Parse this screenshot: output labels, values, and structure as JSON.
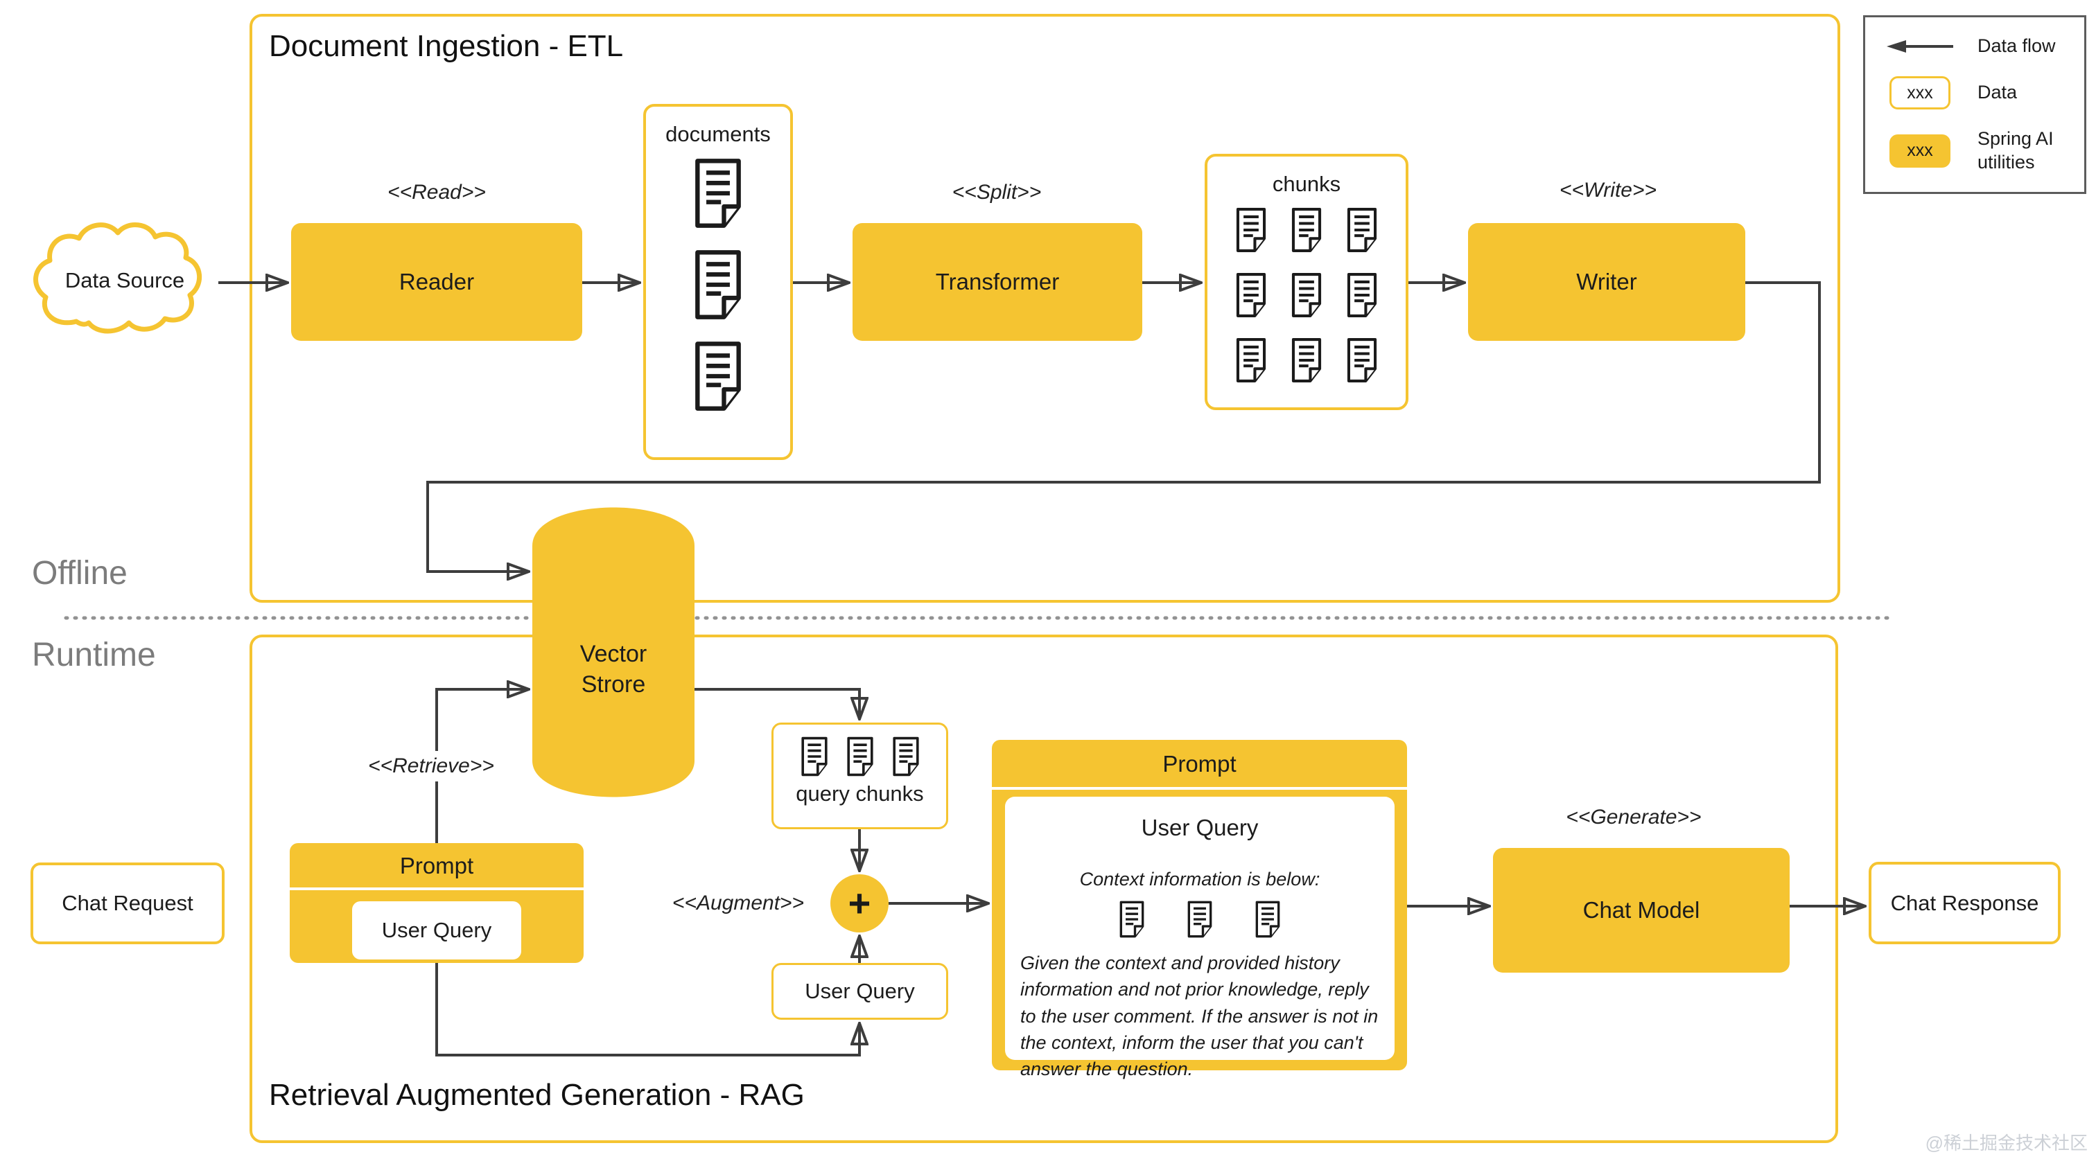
{
  "colors": {
    "brand_yellow": "#F5C431",
    "line_dark": "#3d3d3d",
    "text_dark": "#1c1c1c",
    "muted_gray": "#7c7c7c",
    "watermark_gray": "#ccd0d6"
  },
  "legend": {
    "data_flow_label": "Data flow",
    "data_sample": "xxx",
    "data_label": "Data",
    "spring_sample": "xxx",
    "spring_label": "Spring AI utilities"
  },
  "zones": {
    "offline_label": "Offline",
    "runtime_label": "Runtime"
  },
  "etl": {
    "title": "Document Ingestion - ETL",
    "data_source_label": "Data Source",
    "read_stereotype": "<<Read>>",
    "reader_label": "Reader",
    "documents_label": "documents",
    "documents_icon_count": 3,
    "split_stereotype": "<<Split>>",
    "transformer_label": "Transformer",
    "chunks_label": "chunks",
    "chunks_icon_count": 9,
    "write_stereotype": "<<Write>>",
    "writer_label": "Writer"
  },
  "vector_store": {
    "label_line1": "Vector",
    "label_line2": "Strore"
  },
  "rag": {
    "title": "Retrieval Augmented Generation - RAG",
    "chat_request_label": "Chat Request",
    "prompt_small": {
      "title": "Prompt",
      "user_query_label": "User Query"
    },
    "retrieve_stereotype": "<<Retrieve>>",
    "query_chunks_label": "query chunks",
    "query_chunks_icon_count": 3,
    "augment_stereotype": "<<Augment>>",
    "plus_label": "+",
    "user_query_label": "User Query",
    "prompt_big": {
      "title": "Prompt",
      "user_query_label": "User Query",
      "context_heading": "Context information is below:",
      "context_icon_count": 3,
      "instruction": "Given the context and provided history information and not prior knowledge, reply to the user comment. If the answer is not in the context, inform the user that you can't answer the question."
    },
    "generate_stereotype": "<<Generate>>",
    "chat_model_label": "Chat Model",
    "chat_response_label": "Chat Response"
  },
  "watermark": "@稀土掘金技术社区"
}
